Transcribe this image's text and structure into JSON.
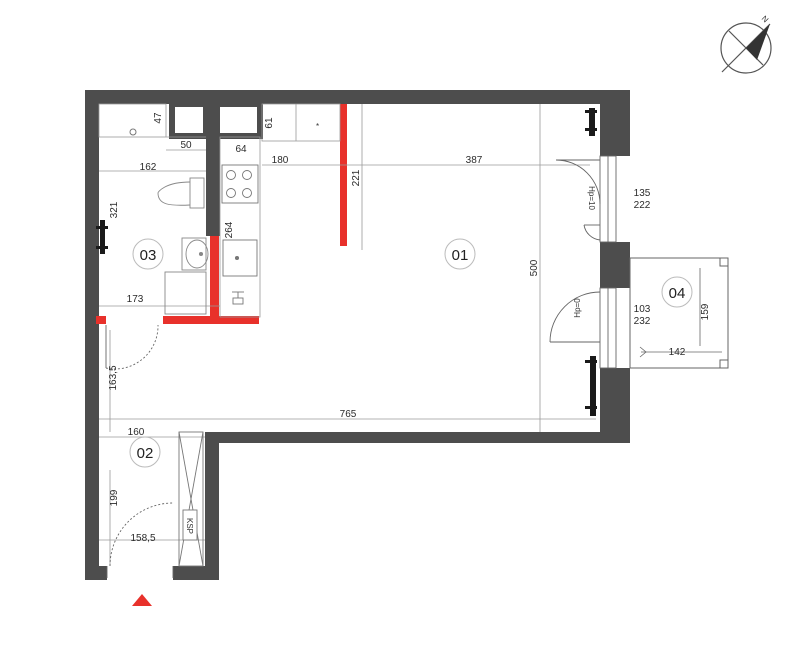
{
  "colors": {
    "wall": "#4d4d4d",
    "new_wall": "#e8312b",
    "entrance_marker": "#e8312b",
    "line": "#8a8a8a"
  },
  "compass": {
    "label": "N"
  },
  "rooms": {
    "r01": "01",
    "r02": "02",
    "r03": "03",
    "r04": "04"
  },
  "dimensions": {
    "d47": "47",
    "d50": "50",
    "d162": "162",
    "d61": "61",
    "d64": "64",
    "d180": "180",
    "d387": "387",
    "d221": "221",
    "d321": "321",
    "d264": "264",
    "d173": "173",
    "d500": "500",
    "d765": "765",
    "d160": "160",
    "d1635": "163,5",
    "d199": "199",
    "d1585": "158,5",
    "d135": "135",
    "d222a": "222",
    "d103": "103",
    "d232": "232",
    "d159": "159",
    "d142": "142"
  },
  "window_labels": {
    "hp10": "Hp=10",
    "hp0": "Hp=0"
  },
  "fixtures": {
    "ksp": "KSP"
  }
}
